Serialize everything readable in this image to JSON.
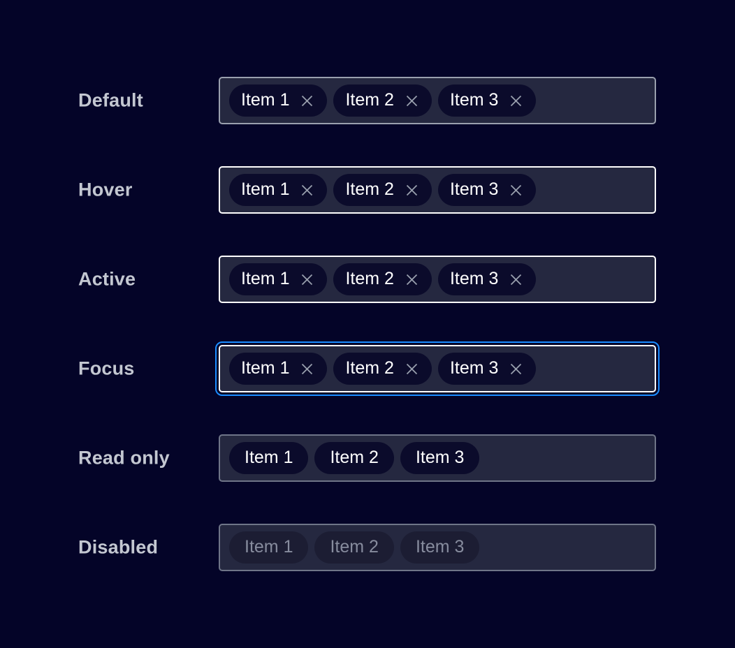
{
  "theme": {
    "background": "#040428",
    "field_background": "#252840",
    "chip_background": "#0b0b2b",
    "chip_disabled_background": "#1c1d33",
    "label_color": "#c3c7d1",
    "border_default": "#9aa0ae",
    "border_strong": "#ffffff",
    "focus_ring": "#1a8cff",
    "chip_text": "#ffffff",
    "chip_text_disabled": "#878c9e",
    "close_icon_color": "#9aa0ae"
  },
  "rows": [
    {
      "label": "Default",
      "state": "default",
      "removable": true,
      "chips": [
        {
          "label": "Item 1",
          "close_icon": "close-icon"
        },
        {
          "label": "Item 2",
          "close_icon": "close-icon"
        },
        {
          "label": "Item 3",
          "close_icon": "close-icon"
        }
      ]
    },
    {
      "label": "Hover",
      "state": "hover",
      "removable": true,
      "chips": [
        {
          "label": "Item 1",
          "close_icon": "close-icon"
        },
        {
          "label": "Item 2",
          "close_icon": "close-icon"
        },
        {
          "label": "Item 3",
          "close_icon": "close-icon"
        }
      ]
    },
    {
      "label": "Active",
      "state": "active",
      "removable": true,
      "chips": [
        {
          "label": "Item 1",
          "close_icon": "close-icon"
        },
        {
          "label": "Item 2",
          "close_icon": "close-icon"
        },
        {
          "label": "Item 3",
          "close_icon": "close-icon"
        }
      ]
    },
    {
      "label": "Focus",
      "state": "focus",
      "removable": true,
      "chips": [
        {
          "label": "Item 1",
          "close_icon": "close-icon"
        },
        {
          "label": "Item 2",
          "close_icon": "close-icon"
        },
        {
          "label": "Item 3",
          "close_icon": "close-icon"
        }
      ]
    },
    {
      "label": "Read only",
      "state": "readonly",
      "removable": false,
      "chips": [
        {
          "label": "Item 1"
        },
        {
          "label": "Item 2"
        },
        {
          "label": "Item 3"
        }
      ]
    },
    {
      "label": "Disabled",
      "state": "disabled",
      "removable": false,
      "chips": [
        {
          "label": "Item 1"
        },
        {
          "label": "Item 2"
        },
        {
          "label": "Item 3"
        }
      ]
    }
  ]
}
